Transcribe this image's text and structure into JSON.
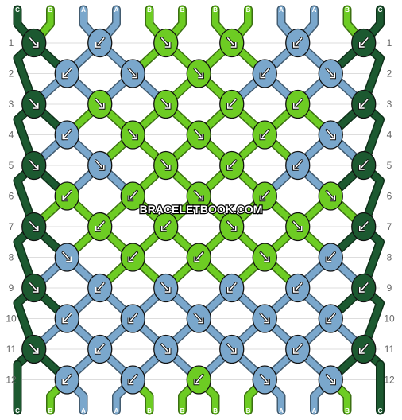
{
  "colors": {
    "A": "#7aa7cc",
    "B": "#6dcc23",
    "C": "#1c5930"
  },
  "watermark": "BRACELETBOOK.COM",
  "strands": [
    "C",
    "B",
    "A",
    "A",
    "B",
    "B",
    "B",
    "B",
    "A",
    "A",
    "B",
    "C"
  ],
  "row_labels": [
    "1",
    "2",
    "3",
    "4",
    "5",
    "6",
    "7",
    "8",
    "9",
    "10",
    "11",
    "12"
  ],
  "knot_grid": [
    [
      "C",
      "A",
      "B",
      "B",
      "A",
      "C"
    ],
    [
      "A",
      "A",
      "B",
      "A",
      "A"
    ],
    [
      "C",
      "B",
      "B",
      "B",
      "B",
      "C"
    ],
    [
      "A",
      "B",
      "B",
      "B",
      "A"
    ],
    [
      "C",
      "A",
      "B",
      "B",
      "A",
      "C"
    ],
    [
      "B",
      "B",
      "B",
      "B",
      "B"
    ],
    [
      "C",
      "B",
      "B",
      "B",
      "B",
      "C"
    ],
    [
      "A",
      "B",
      "B",
      "B",
      "A"
    ],
    [
      "C",
      "A",
      "A",
      "A",
      "A",
      "C"
    ],
    [
      "A",
      "A",
      "A",
      "A",
      "A"
    ],
    [
      "C",
      "A",
      "A",
      "A",
      "A",
      "C"
    ],
    [
      "A",
      "A",
      "B",
      "A",
      "A"
    ]
  ],
  "arrow_grid": [
    [
      "fwd-back",
      "bwd",
      "fwd-back",
      "fwd-back",
      "bwd",
      "bwd-fwd"
    ],
    [
      "bwd",
      "fwd-back",
      "fwd-back",
      "bwd",
      "fwd"
    ],
    [
      "fwd-back",
      "fwd",
      "fwd-back",
      "bwd",
      "bwd",
      "bwd-fwd"
    ],
    [
      "bwd",
      "fwd",
      "fwd",
      "bwd",
      "fwd"
    ],
    [
      "fwd-back",
      "fwd",
      "fwd-back",
      "bwd",
      "bwd",
      "bwd-fwd"
    ],
    [
      "bwd-fwd",
      "bwd-fwd",
      "fwd-back",
      "bwd-fwd",
      "fwd-back"
    ],
    [
      "fwd-back",
      "bwd-fwd",
      "bwd-fwd",
      "fwd-back",
      "fwd-back",
      "bwd-fwd"
    ],
    [
      "fwd",
      "bwd",
      "bwd-fwd",
      "fwd",
      "bwd"
    ],
    [
      "fwd-back",
      "bwd-fwd",
      "fwd-back",
      "bwd-fwd",
      "bwd-fwd",
      "bwd-fwd"
    ],
    [
      "bwd",
      "bwd",
      "fwd-back",
      "fwd-back",
      "bwd"
    ],
    [
      "fwd-back",
      "bwd-fwd",
      "fwd-back",
      "fwd-back",
      "bwd-fwd",
      "bwd-fwd"
    ],
    [
      "bwd-fwd",
      "bwd",
      "bwd-fwd",
      "fwd",
      "fwd-back"
    ]
  ]
}
